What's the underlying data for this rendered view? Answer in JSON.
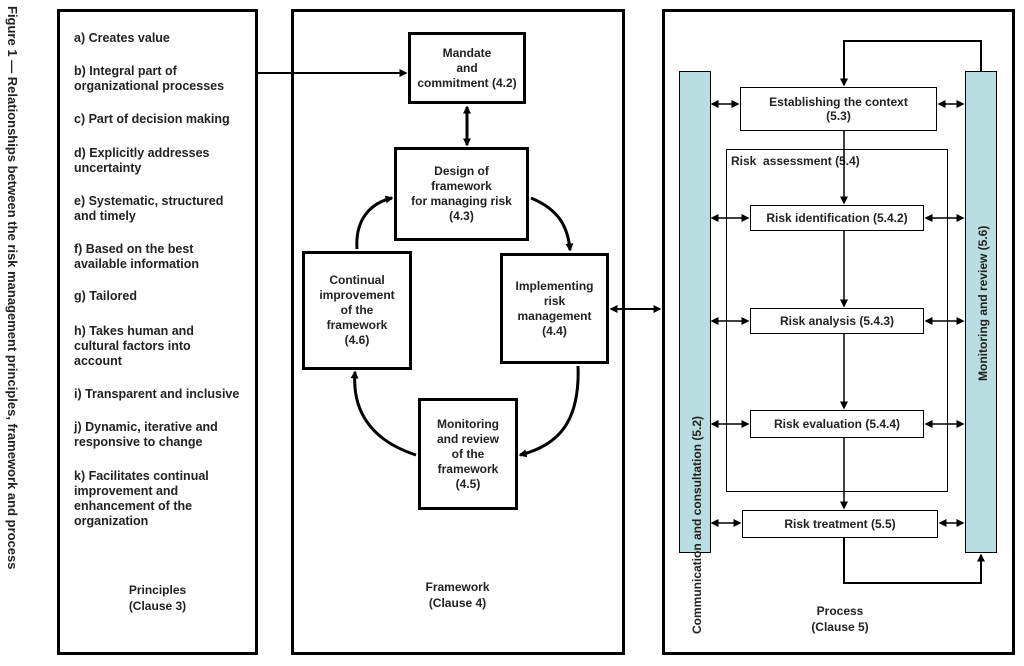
{
  "caption": "Figure 1 — Relationships between the risk management principles, framework and process",
  "principles": {
    "items": [
      "a) Creates value",
      "b) Integral part of\norganizational processes",
      "c) Part of decision making",
      "d) Explicitly addresses\nuncertainty",
      "e) Systematic, structured\nand timely",
      "f) Based on the best\navailable information",
      "g) Tailored",
      "h) Takes human and\ncultural factors into\naccount",
      "i) Transparent and inclusive",
      "j) Dynamic, iterative and\nresponsive to change",
      "k) Facilitates continual\nimprovement and\nenhancement of the\norganization"
    ],
    "label": "Principles\n(Clause 3)"
  },
  "framework": {
    "mandate": "Mandate\nand\ncommitment (4.2)",
    "design": "Design of\nframework\nfor managing risk\n(4.3)",
    "implementing": "Implementing\nrisk\nmanagement\n(4.4)",
    "monitoring": "Monitoring\nand review\nof the\nframework\n(4.5)",
    "continual": "Continual\nimprovement\nof the\nframework\n(4.6)",
    "label": "Framework\n(Clause 4)"
  },
  "process": {
    "context": "Establishing the context\n(5.3)",
    "assessment": "Risk  assessment (5.4)",
    "identification": "Risk identification (5.4.2)",
    "analysis": "Risk analysis (5.4.3)",
    "evaluation": "Risk evaluation (5.4.4)",
    "treatment": "Risk treatment (5.5)",
    "communication": "Communication and consultation (5.2)",
    "monitoring": "Monitoring and review (5.6)",
    "label": "Process\n(Clause 5)"
  },
  "colors": {
    "sidebar_fill": "#b9dde0",
    "stroke": "#000000"
  }
}
